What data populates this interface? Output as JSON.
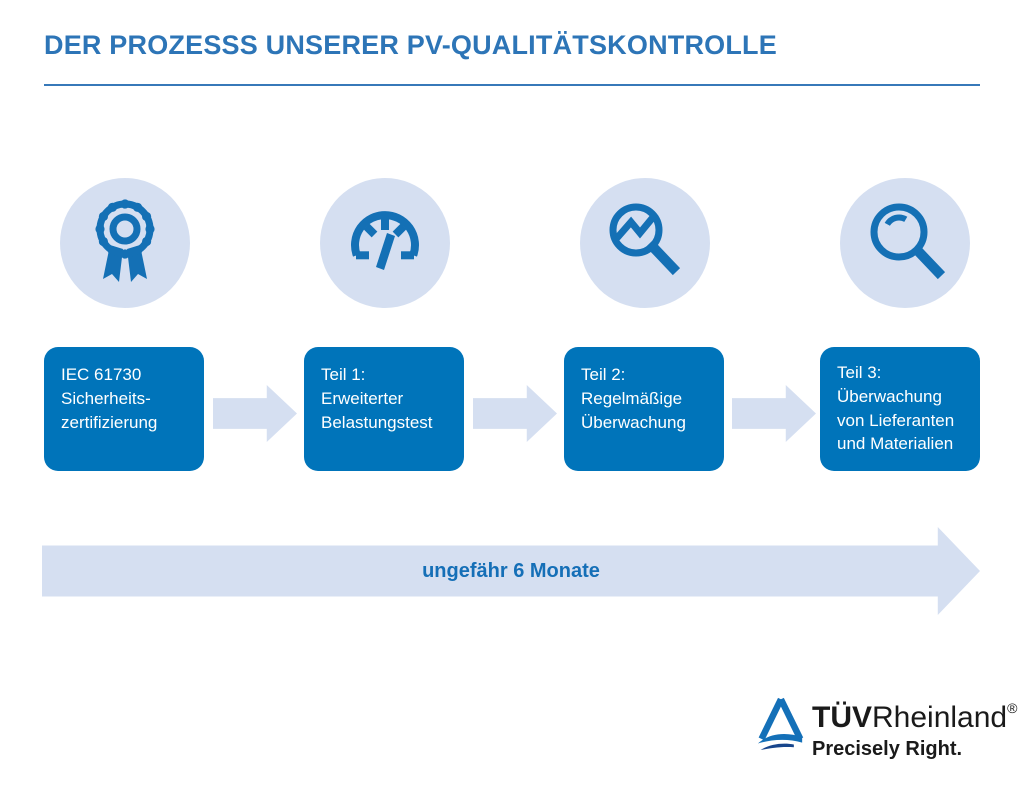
{
  "header": {
    "title": "DER PROZESSS UNSERER PV-QUALITÄTSKONTROLLE"
  },
  "steps": [
    {
      "icon": "award-ribbon-icon",
      "label": "IEC 61730\nSicherheits-\nzertifizierung"
    },
    {
      "icon": "gauge-icon",
      "label": "Teil 1:\nErweiterter\nBelastungstest"
    },
    {
      "icon": "magnifier-chart-icon",
      "label": "Teil 2:\nRegelmäßige\nÜberwachung"
    },
    {
      "icon": "magnifier-icon",
      "label": "Teil 3:\nÜberwachung\nvon Lieferanten\nund Materialien"
    }
  ],
  "timeline": {
    "label": "ungefähr 6 Monate"
  },
  "logo": {
    "brand_bold": "TÜV",
    "brand_regular": "Rheinland",
    "registered_mark": "®",
    "tagline": "Precisely Right."
  },
  "colors": {
    "title_blue": "#2d75b7",
    "box_blue": "#0074ba",
    "icon_blue": "#1470b5",
    "light_blue": "#d5dff1",
    "timeline_text_blue": "#156fb7",
    "logo_blue": "#1470b8"
  }
}
